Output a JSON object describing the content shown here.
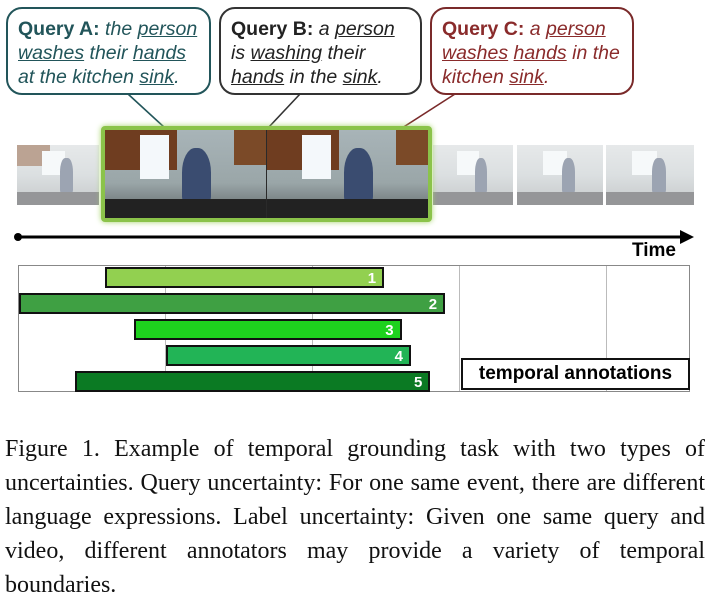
{
  "queries": [
    {
      "label": "Query A:",
      "parts": [
        {
          "t": " the ",
          "u": false
        },
        {
          "t": "person",
          "u": true
        },
        {
          "t": " ",
          "u": false
        },
        {
          "t": "washes",
          "u": true
        },
        {
          "t": " their ",
          "u": false
        },
        {
          "t": "hands",
          "u": true
        },
        {
          "t": " at the kitchen ",
          "u": false
        },
        {
          "t": "sink",
          "u": true
        },
        {
          "t": ".",
          "u": false
        }
      ]
    },
    {
      "label": "Query B:",
      "parts": [
        {
          "t": " a ",
          "u": false
        },
        {
          "t": "person",
          "u": true
        },
        {
          "t": " is ",
          "u": false
        },
        {
          "t": "washing",
          "u": true
        },
        {
          "t": " their ",
          "u": false
        },
        {
          "t": "hands",
          "u": true
        },
        {
          "t": " in the ",
          "u": false
        },
        {
          "t": "sink",
          "u": true
        },
        {
          "t": ".",
          "u": false
        }
      ]
    },
    {
      "label": "Query C:",
      "parts": [
        {
          "t": " a ",
          "u": false
        },
        {
          "t": "person",
          "u": true
        },
        {
          "t": " ",
          "u": false
        },
        {
          "t": "washes",
          "u": true
        },
        {
          "t": " ",
          "u": false
        },
        {
          "t": "hands",
          "u": true
        },
        {
          "t": " in the kitchen ",
          "u": false
        },
        {
          "t": "sink",
          "u": true
        },
        {
          "t": ".",
          "u": false
        }
      ]
    }
  ],
  "axis": {
    "label": "Time"
  },
  "annotations": {
    "label": "temporal annotations",
    "bars": [
      {
        "id": "1",
        "start": 0.129,
        "end": 0.545,
        "color": "#92d050"
      },
      {
        "id": "2",
        "start": 0.0,
        "end": 0.636,
        "color": "#3fa043"
      },
      {
        "id": "3",
        "start": 0.171,
        "end": 0.571,
        "color": "#1ed21e"
      },
      {
        "id": "4",
        "start": 0.22,
        "end": 0.585,
        "color": "#22b456"
      },
      {
        "id": "5",
        "start": 0.083,
        "end": 0.614,
        "color": "#0b7a23"
      }
    ]
  },
  "caption": "Figure 1. Example of temporal grounding task with two types of uncertainties. Query uncertainty: For one same event, there are different language expressions. Label uncertainty: Given one same query and video, different annotators may provide a variety of temporal boundaries."
}
